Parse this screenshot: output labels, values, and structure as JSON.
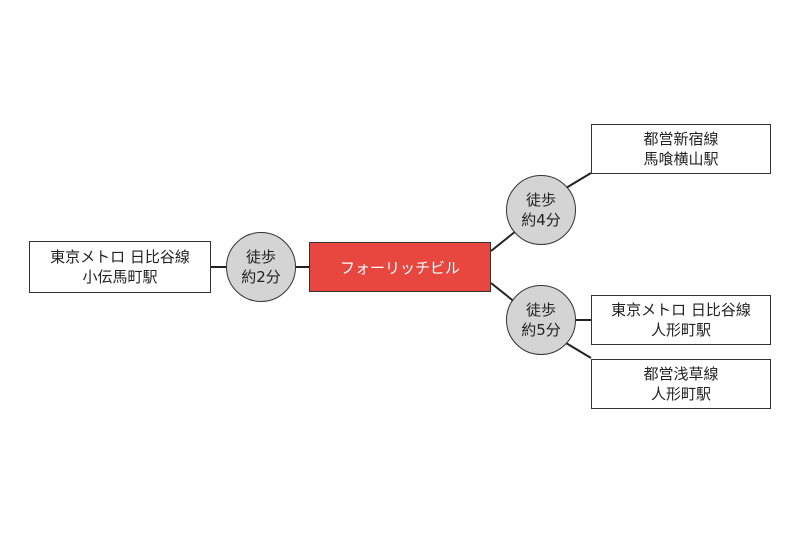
{
  "building": {
    "name": "フォーリッチビル",
    "color": "#e8473f"
  },
  "walk_circle_color": "#d4d4d4",
  "walks": [
    {
      "line1": "徒歩",
      "line2": "約2分"
    },
    {
      "line1": "徒歩",
      "line2": "約4分"
    },
    {
      "line1": "徒歩",
      "line2": "約5分"
    }
  ],
  "stations": [
    {
      "line": "東京メトロ 日比谷線",
      "station": "小伝馬町駅"
    },
    {
      "line": "都営新宿線",
      "station": "馬喰横山駅"
    },
    {
      "line": "東京メトロ 日比谷線",
      "station": "人形町駅"
    },
    {
      "line": "都営浅草線",
      "station": "人形町駅"
    }
  ]
}
